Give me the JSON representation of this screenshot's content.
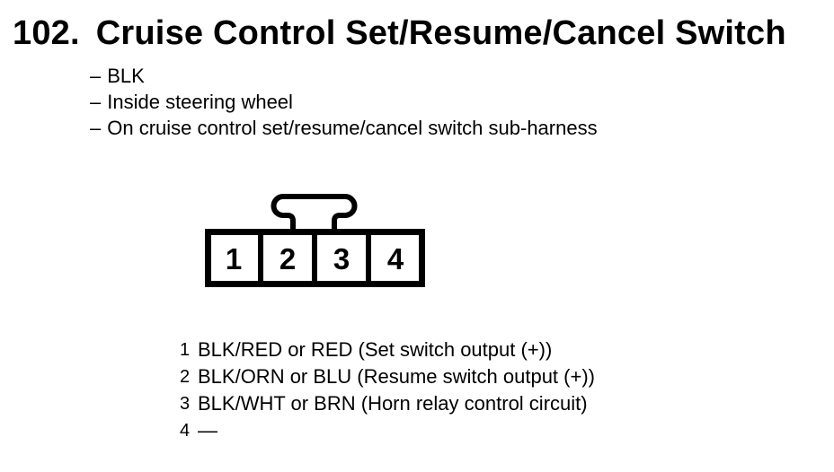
{
  "page": {
    "background_color": "#ffffff",
    "text_color": "#000000"
  },
  "heading": {
    "number": "102.",
    "title": "Cruise Control Set/Resume/Cancel Switch"
  },
  "bullet_char": "–",
  "details": [
    "BLK",
    "Inside steering wheel",
    "On cruise control set/resume/cancel switch sub-harness"
  ],
  "connector": {
    "pins": [
      "1",
      "2",
      "3",
      "4"
    ]
  },
  "pinout": [
    {
      "pin": "1",
      "desc": "BLK/RED or RED (Set switch output (+))"
    },
    {
      "pin": "2",
      "desc": "BLK/ORN or BLU (Resume switch output (+))"
    },
    {
      "pin": "3",
      "desc": "BLK/WHT or BRN (Horn relay control circuit)"
    },
    {
      "pin": "4",
      "desc": "—"
    }
  ]
}
